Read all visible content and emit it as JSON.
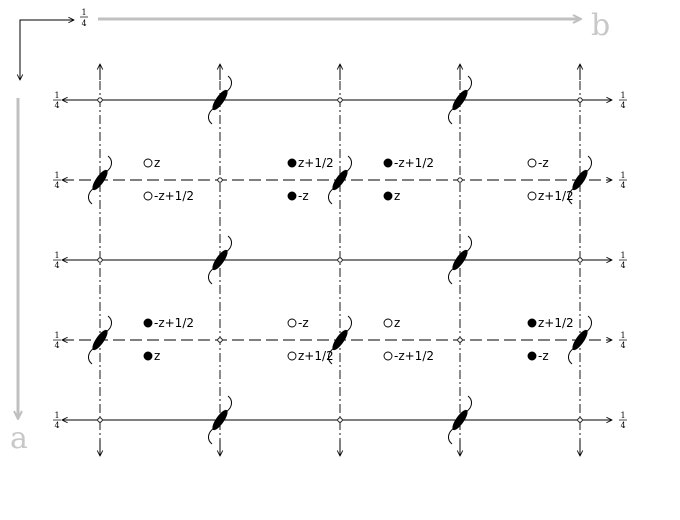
{
  "axes": {
    "b_label": "b",
    "a_label": "a",
    "corner_fraction": {
      "num": "1",
      "den": "4"
    },
    "axis_color": "#c0c0c0"
  },
  "row_fraction": {
    "num": "1",
    "den": "4"
  },
  "position_labels": {
    "z": "z",
    "neg_z": "-z",
    "z_half": "z+1/2",
    "neg_z_half": "-z+1/2"
  },
  "colors": {
    "ink": "#000000",
    "open_symbol_fill": "#ffffff"
  }
}
